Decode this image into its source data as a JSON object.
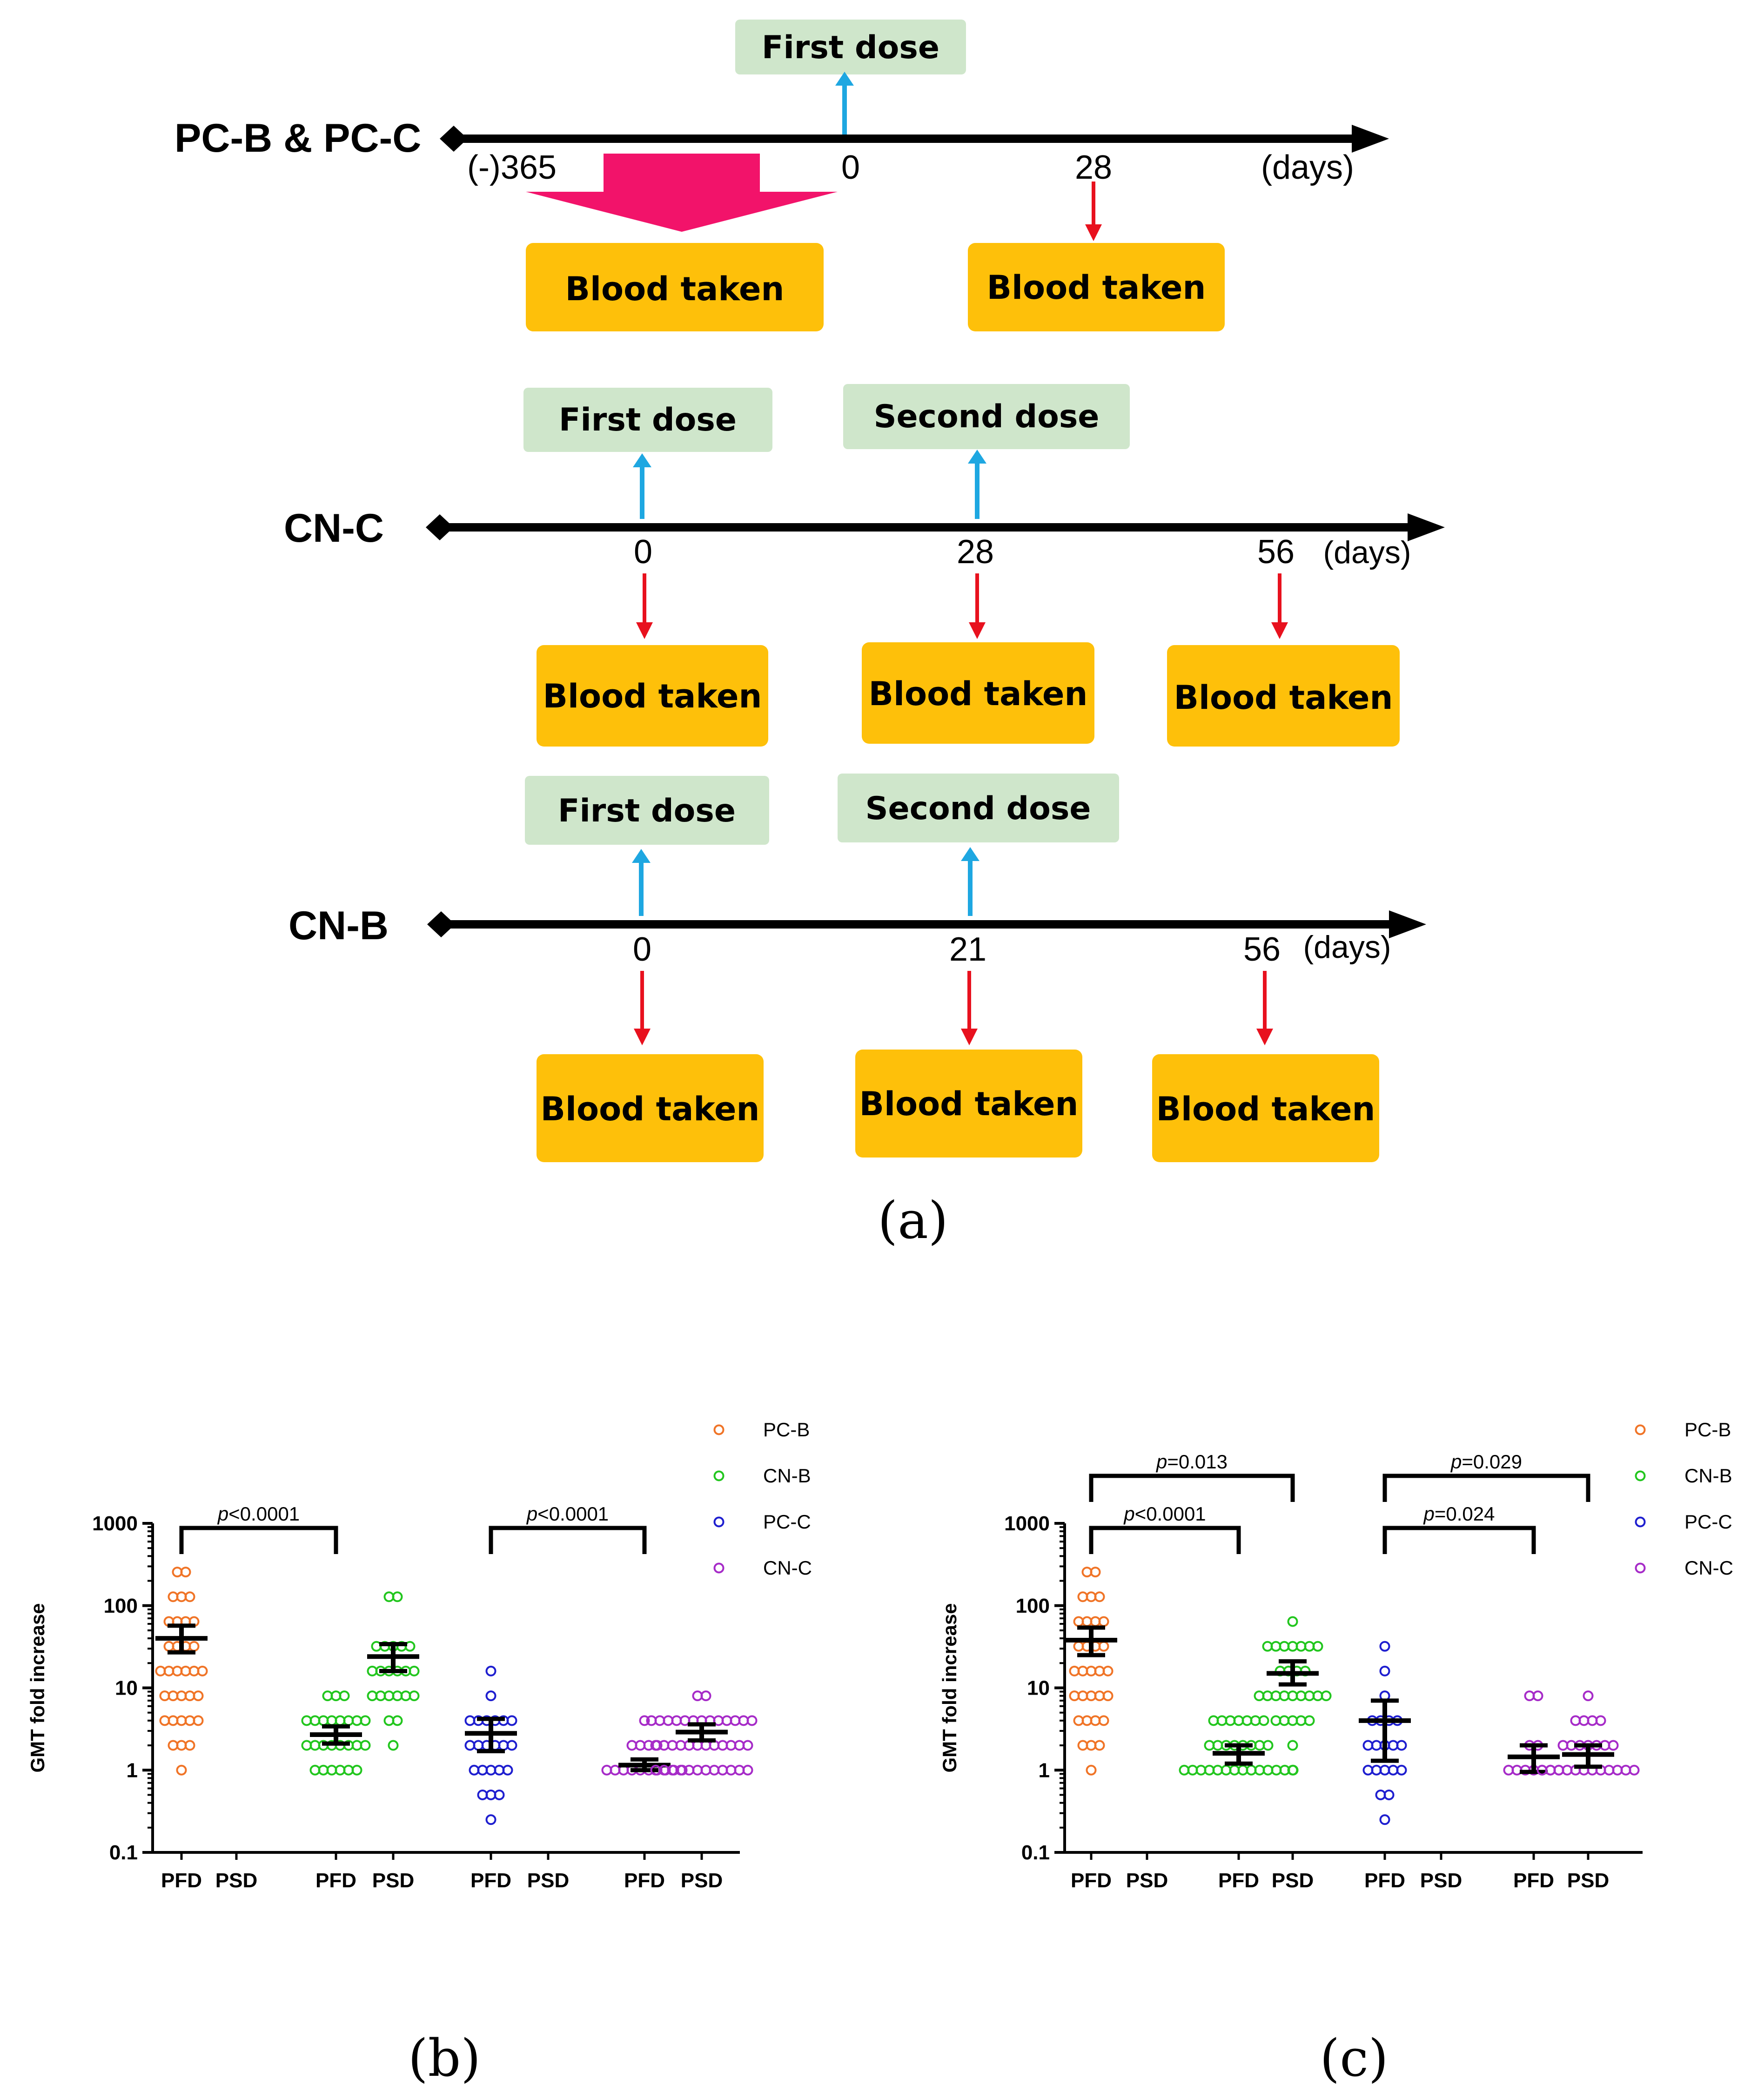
{
  "colors": {
    "dose_box": "#cfe6cb",
    "blood_box": "#fec00a",
    "dose_arrow": "#1ea7e1",
    "blood_arrow": "#e8111e",
    "big_arrow": "#f2136a",
    "PC-B": "#f07427",
    "CN-B": "#22c61e",
    "PC-C": "#1e1ecf",
    "CN-C": "#a62bc8"
  },
  "panel_a": {
    "label": "(a)",
    "timelines": [
      {
        "name": "PC-B & PC-C",
        "ticks": [
          "(-)365",
          "0",
          "28"
        ],
        "unit": "(days)",
        "doses": [
          "First dose"
        ],
        "blood": [
          "Blood taken",
          "Blood taken"
        ]
      },
      {
        "name": "CN-C",
        "ticks": [
          "0",
          "28",
          "56"
        ],
        "unit": "(days)",
        "doses": [
          "First dose",
          "Second dose"
        ],
        "blood": [
          "Blood taken",
          "Blood taken",
          "Blood taken"
        ]
      },
      {
        "name": "CN-B",
        "ticks": [
          "0",
          "21",
          "56"
        ],
        "unit": "(days)",
        "doses": [
          "First dose",
          "Second dose"
        ],
        "blood": [
          "Blood taken",
          "Blood taken",
          "Blood taken"
        ]
      }
    ]
  },
  "chart_data": [
    {
      "type": "scatter",
      "panel": "(b)",
      "ylabel": "GMT fold increase",
      "yscale": "log",
      "ylim": [
        0.1,
        1000
      ],
      "yticks": [
        "0.1",
        "1",
        "10",
        "100",
        "1000"
      ],
      "categories": [
        "PFD",
        "PSD",
        "PFD",
        "PSD",
        "PFD",
        "PSD",
        "PFD",
        "PSD"
      ],
      "legend": [
        "PC-B",
        "CN-B",
        "PC-C",
        "CN-C"
      ],
      "legend_position": "top-right",
      "grid": false,
      "groups": [
        {
          "series": "PC-B",
          "category_index": 0,
          "values": [
            1,
            2,
            2,
            2,
            4,
            4,
            4,
            4,
            4,
            8,
            8,
            8,
            8,
            8,
            16,
            16,
            16,
            16,
            16,
            16,
            32,
            32,
            32,
            32,
            64,
            64,
            64,
            64,
            128,
            128,
            128,
            256,
            256
          ],
          "gmt": 40,
          "ci": [
            27,
            57
          ]
        },
        {
          "series": "CN-B",
          "category_index": 2,
          "values": [
            1,
            1,
            1,
            1,
            1,
            1,
            2,
            2,
            2,
            2,
            2,
            2,
            2,
            2,
            4,
            4,
            4,
            4,
            4,
            4,
            4,
            4,
            8,
            8,
            8
          ],
          "gmt": 2.7,
          "ci": [
            2.1,
            3.4
          ]
        },
        {
          "series": "CN-B",
          "category_index": 3,
          "values": [
            2,
            4,
            4,
            8,
            8,
            8,
            8,
            8,
            8,
            16,
            16,
            16,
            16,
            16,
            16,
            32,
            32,
            32,
            32,
            32,
            128,
            128
          ],
          "gmt": 24,
          "ci": [
            16,
            34
          ]
        },
        {
          "series": "PC-C",
          "category_index": 4,
          "values": [
            0.25,
            0.5,
            0.5,
            0.5,
            1,
            1,
            1,
            1,
            1,
            2,
            2,
            2,
            2,
            2,
            2,
            4,
            4,
            4,
            4,
            4,
            4,
            8,
            16
          ],
          "gmt": 2.8,
          "ci": [
            1.7,
            4.2
          ]
        },
        {
          "series": "CN-C",
          "category_index": 6,
          "values": [
            1,
            1,
            1,
            1,
            1,
            1,
            1,
            1,
            1,
            1,
            2,
            2,
            2,
            2,
            4
          ],
          "gmt": 1.15,
          "ci": [
            1.0,
            1.35
          ]
        },
        {
          "series": "CN-C",
          "category_index": 7,
          "values": [
            1,
            1,
            1,
            1,
            1,
            1,
            1,
            1,
            1,
            1,
            1,
            1,
            2,
            2,
            2,
            2,
            2,
            2,
            2,
            2,
            2,
            2,
            2,
            2,
            4,
            4,
            4,
            4,
            4,
            4,
            4,
            4,
            4,
            4,
            4,
            4,
            4,
            8,
            8
          ],
          "gmt": 2.9,
          "ci": [
            2.3,
            3.6
          ]
        }
      ],
      "comparisons": [
        {
          "from": 0,
          "to": 2,
          "label": "p<0.0001"
        },
        {
          "from": 4,
          "to": 6,
          "label": "p<0.0001"
        }
      ]
    },
    {
      "type": "scatter",
      "panel": "(c)",
      "ylabel": "GMT fold increase",
      "yscale": "log",
      "ylim": [
        0.1,
        1000
      ],
      "yticks": [
        "0.1",
        "1",
        "10",
        "100",
        "1000"
      ],
      "categories": [
        "PFD",
        "PSD",
        "PFD",
        "PSD",
        "PFD",
        "PSD",
        "PFD",
        "PSD"
      ],
      "legend": [
        "PC-B",
        "CN-B",
        "PC-C",
        "CN-C"
      ],
      "legend_position": "top-right",
      "grid": false,
      "groups": [
        {
          "series": "PC-B",
          "category_index": 0,
          "values": [
            1,
            2,
            2,
            2,
            4,
            4,
            4,
            4,
            8,
            8,
            8,
            8,
            8,
            16,
            16,
            16,
            16,
            16,
            32,
            32,
            32,
            32,
            64,
            64,
            64,
            64,
            128,
            128,
            128,
            256,
            256
          ],
          "gmt": 38,
          "ci": [
            25,
            54
          ]
        },
        {
          "series": "CN-B",
          "category_index": 2,
          "values": [
            1,
            1,
            1,
            1,
            1,
            1,
            1,
            1,
            1,
            1,
            1,
            1,
            1,
            1,
            2,
            2,
            2,
            2,
            2,
            2,
            2,
            2,
            4,
            4,
            4,
            4,
            4,
            4,
            4
          ],
          "gmt": 1.6,
          "ci": [
            1.2,
            2.0
          ]
        },
        {
          "series": "CN-B",
          "category_index": 3,
          "values": [
            1,
            2,
            4,
            4,
            4,
            4,
            4,
            8,
            8,
            8,
            8,
            8,
            8,
            8,
            8,
            8,
            16,
            16,
            16,
            16,
            32,
            32,
            32,
            32,
            32,
            32,
            32,
            64
          ],
          "gmt": 15,
          "ci": [
            11,
            21
          ]
        },
        {
          "series": "PC-C",
          "category_index": 4,
          "values": [
            0.25,
            0.5,
            0.5,
            1,
            1,
            1,
            1,
            1,
            2,
            2,
            2,
            2,
            2,
            4,
            4,
            4,
            4,
            8,
            16,
            32
          ],
          "gmt": 4,
          "ci": [
            1.3,
            7
          ]
        },
        {
          "series": "CN-C",
          "category_index": 6,
          "values": [
            1,
            1,
            1,
            1,
            1,
            1,
            1,
            2,
            2,
            8,
            8
          ],
          "gmt": 1.45,
          "ci": [
            0.95,
            2.0
          ]
        },
        {
          "series": "CN-C",
          "category_index": 7,
          "values": [
            1,
            1,
            1,
            1,
            1,
            1,
            1,
            1,
            1,
            1,
            1,
            1,
            2,
            2,
            2,
            2,
            2,
            2,
            2,
            4,
            4,
            4,
            4,
            8
          ],
          "gmt": 1.55,
          "ci": [
            1.1,
            2.0
          ]
        }
      ],
      "comparisons": [
        {
          "from": 0,
          "to": 2,
          "label": "p<0.0001",
          "level": 0
        },
        {
          "from": 0,
          "to": 3,
          "label": "p=0.013",
          "level": 1
        },
        {
          "from": 4,
          "to": 6,
          "label": "p=0.024",
          "level": 0
        },
        {
          "from": 4,
          "to": 7,
          "label": "p=0.029",
          "level": 1
        }
      ]
    }
  ]
}
